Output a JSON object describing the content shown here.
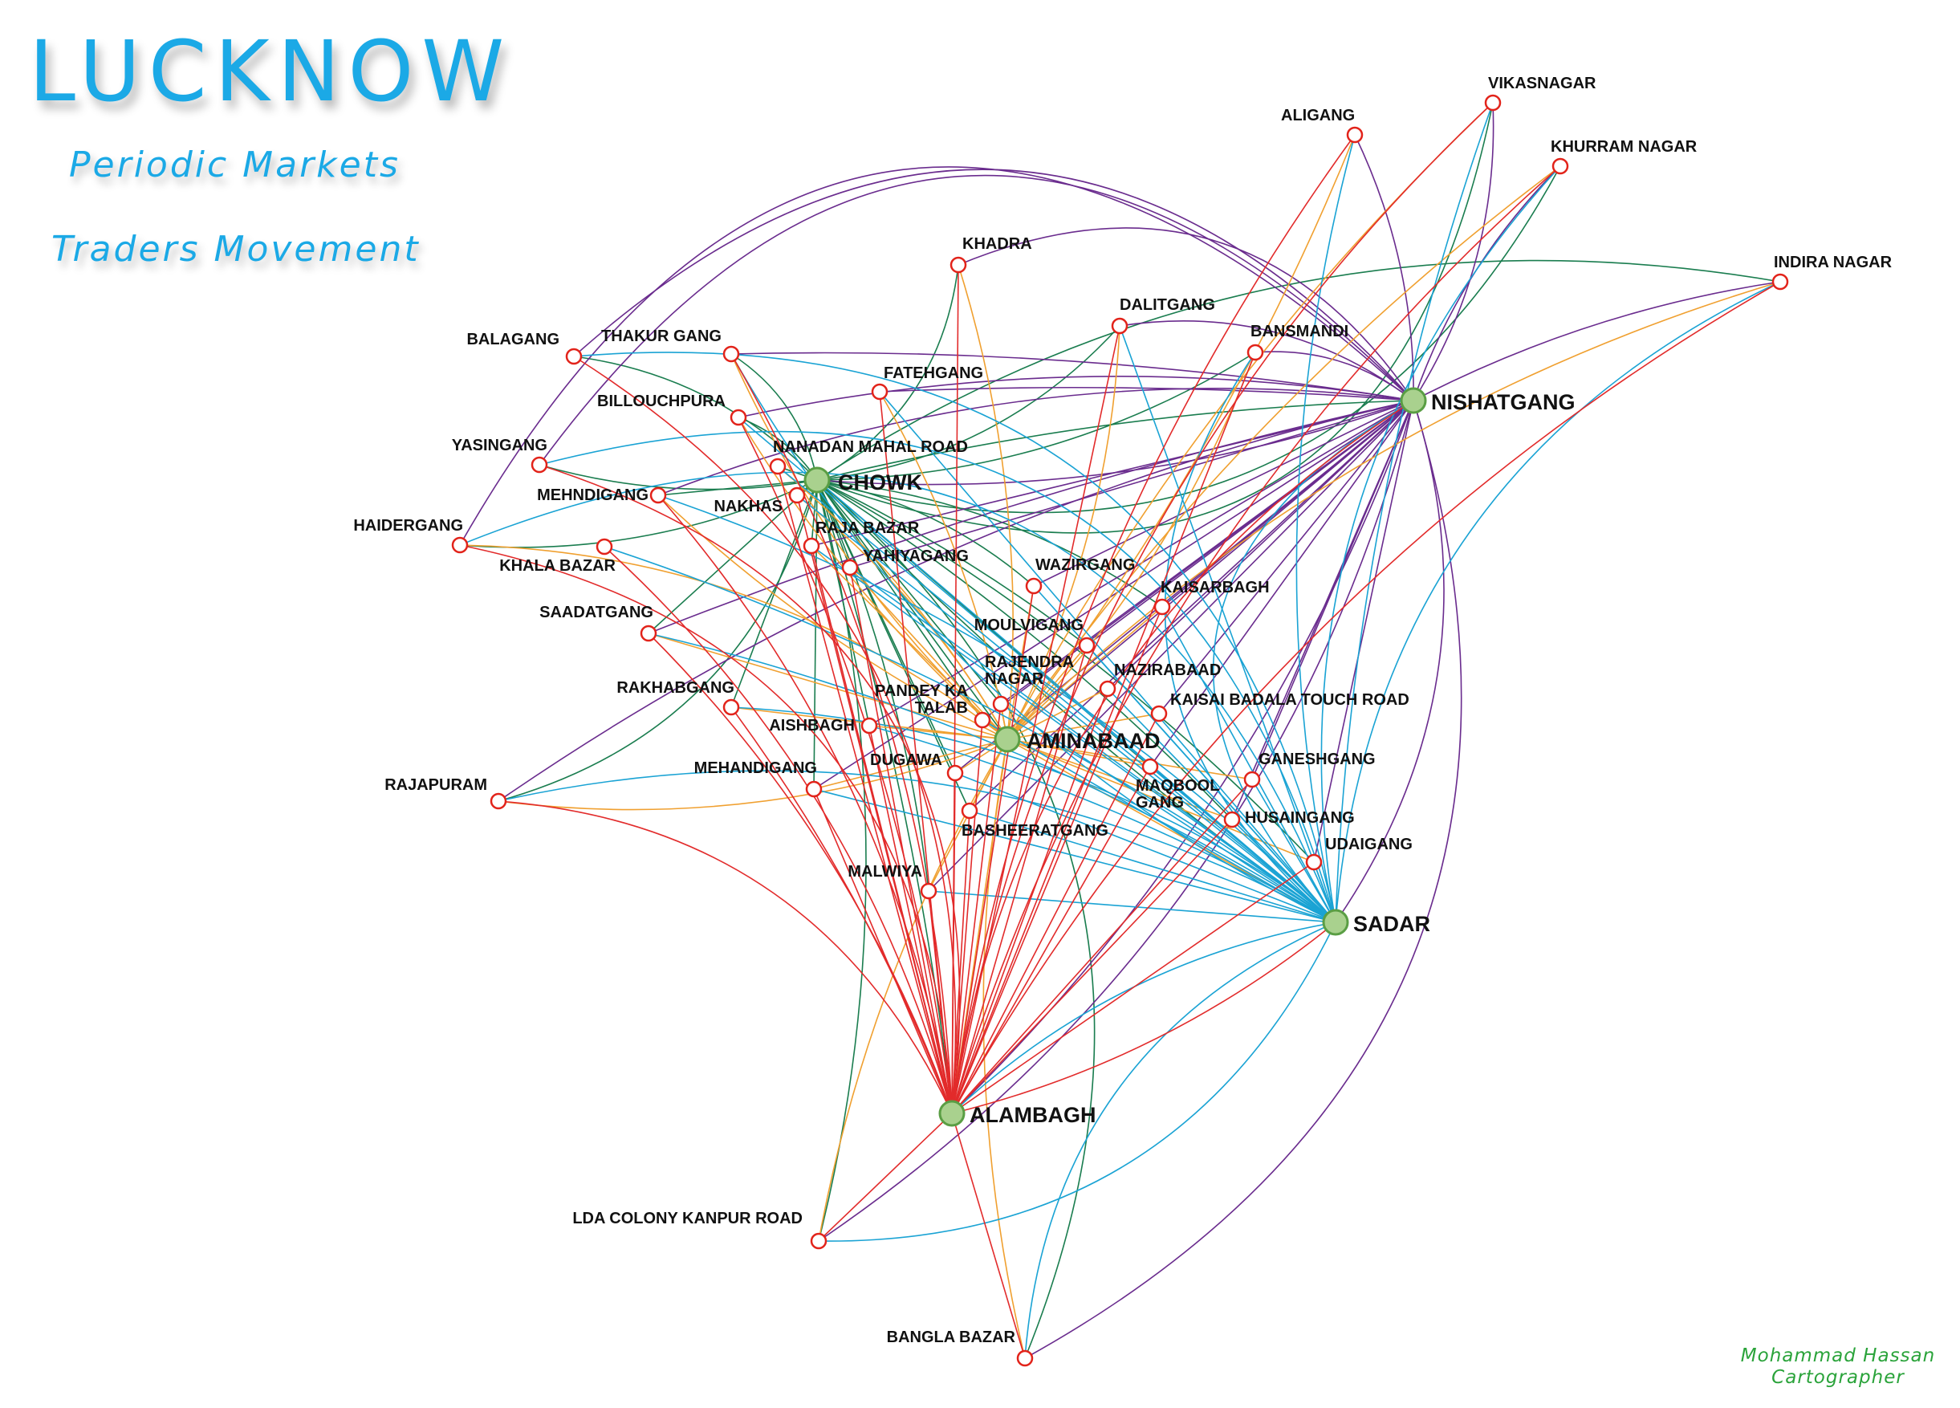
{
  "title": "LUCKNOW",
  "subtitle_1": "Periodic Markets",
  "subtitle_2": "Traders Movement",
  "credit_1": "Mohammad Hassan",
  "credit_2": "Cartographer",
  "colors": {
    "text_title": "#1ba9e6",
    "hub_fill": "#a9d18e",
    "hub_stroke": "#5a9e44",
    "market_stroke": "#e2231a",
    "credit": "#2aa33a",
    "route_chowk": "#1a7d4f",
    "route_nishatgang": "#6a2c8e",
    "route_aminabaad": "#f0a030",
    "route_sadar": "#1aa3d4",
    "route_alambagh": "#e22b2b"
  },
  "hubs": [
    {
      "id": "chowk",
      "label": "CHOWK"
    },
    {
      "id": "nishatgang",
      "label": "NISHATGANG"
    },
    {
      "id": "aminabaad",
      "label": "AMINABAAD"
    },
    {
      "id": "sadar",
      "label": "SADAR"
    },
    {
      "id": "alambagh",
      "label": "ALAMBAGH"
    }
  ],
  "markets": [
    {
      "id": "vikasnagar",
      "label": "VIKASNAGAR"
    },
    {
      "id": "aligang",
      "label": "ALIGANG"
    },
    {
      "id": "khurram_nagar",
      "label": "KHURRAM NAGAR"
    },
    {
      "id": "indira_nagar",
      "label": "INDIRA NAGAR"
    },
    {
      "id": "khadra",
      "label": "KHADRA"
    },
    {
      "id": "dalitgang",
      "label": "DALITGANG"
    },
    {
      "id": "bansmandi",
      "label": "BANSMANDI"
    },
    {
      "id": "balagang",
      "label": "BALAGANG"
    },
    {
      "id": "thakur_gang",
      "label": "THAKUR GANG"
    },
    {
      "id": "fatehgang",
      "label": "FATEHGANG"
    },
    {
      "id": "billouchpura",
      "label": "BILLOUCHPURA"
    },
    {
      "id": "yasingang",
      "label": "YASINGANG"
    },
    {
      "id": "nanadan_mahal_road",
      "label": "NANADAN MAHAL ROAD"
    },
    {
      "id": "mehndigang",
      "label": "MEHNDIGANG"
    },
    {
      "id": "nakhas",
      "label": "NAKHAS"
    },
    {
      "id": "haidergang",
      "label": "HAIDERGANG"
    },
    {
      "id": "raja_bazar",
      "label": "RAJA BAZAR"
    },
    {
      "id": "khala_bazar",
      "label": "KHALA BAZAR"
    },
    {
      "id": "yahiyagang",
      "label": "YAHIYAGANG"
    },
    {
      "id": "wazirgang",
      "label": "WAZIRGANG"
    },
    {
      "id": "kaisarbagh",
      "label": "KAISARBAGH"
    },
    {
      "id": "saadatgang",
      "label": "SAADATGANG"
    },
    {
      "id": "moulvigang",
      "label": "MOULVIGANG"
    },
    {
      "id": "rajendra_nagar",
      "label": "RAJENDRA\nNAGAR"
    },
    {
      "id": "nazirabaad",
      "label": "NAZIRABAAD"
    },
    {
      "id": "rakhabgang",
      "label": "RAKHABGANG"
    },
    {
      "id": "pandey_ka_talab",
      "label": "PANDEY KA\nTALAB"
    },
    {
      "id": "kaisai_badala_touch_road",
      "label": "KAISAI BADALA TOUCH ROAD"
    },
    {
      "id": "aishbagh",
      "label": "AISHBAGH"
    },
    {
      "id": "dugawa",
      "label": "DUGAWA"
    },
    {
      "id": "ganeshgang",
      "label": "GANESHGANG"
    },
    {
      "id": "rajapuram",
      "label": "RAJAPURAM"
    },
    {
      "id": "mehandigang",
      "label": "MEHANDIGANG"
    },
    {
      "id": "maqbool_gang",
      "label": "MAQBOOL\nGANG"
    },
    {
      "id": "husaingang",
      "label": "HUSAINGANG"
    },
    {
      "id": "basheeratgang",
      "label": "BASHEERATGANG"
    },
    {
      "id": "udaigang",
      "label": "UDAIGANG"
    },
    {
      "id": "malwiya",
      "label": "MALWIYA"
    },
    {
      "id": "lda_colony_kanpur_road",
      "label": "LDA COLONY KANPUR ROAD"
    },
    {
      "id": "bangla_bazar",
      "label": "BANGLA BAZAR"
    }
  ]
}
